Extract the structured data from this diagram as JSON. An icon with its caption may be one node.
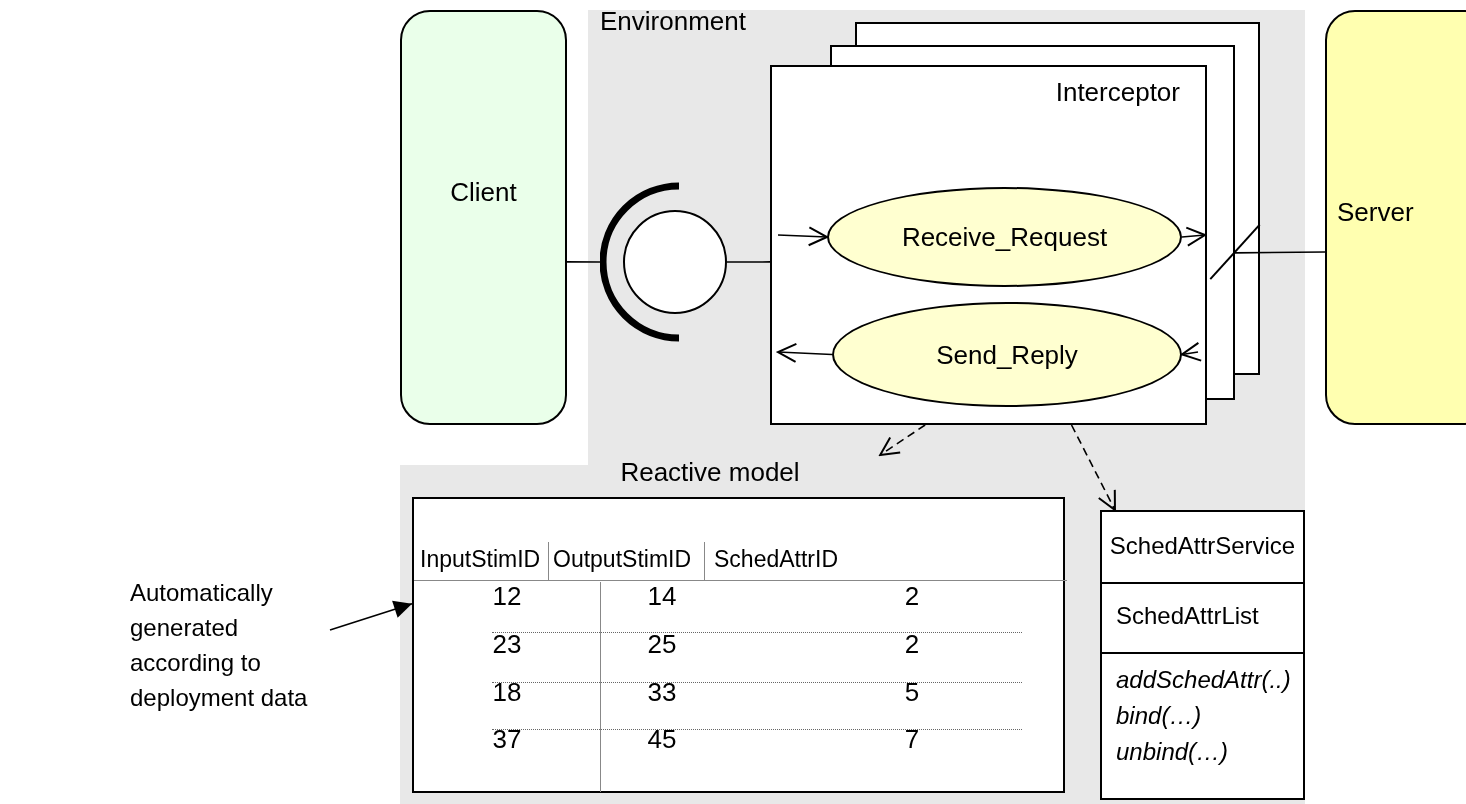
{
  "diagram": {
    "nodes": [
      {
        "text": [
          "Client"
        ]
      },
      {
        "text": [
          "Environment"
        ]
      },
      {
        "text": [
          "Interceptor"
        ],
        "in": 1
      },
      {
        "text": [
          "Receive_Request"
        ],
        "in": 2
      },
      {
        "text": [
          "Send_Reply"
        ],
        "in": 2
      },
      {
        "text": [],
        "shape": "circle",
        "in": 1
      },
      {
        "text": [
          "Server"
        ]
      },
      {
        "text": [
          "Reactive model"
        ]
      },
      {
        "text": [
          "SchedAttrService",
          "SchedAttrList",
          "addSchedAttr(..) bind(…) unbind(…)"
        ]
      },
      {
        "text": [
          "Automatically generated according to deployment data"
        ]
      }
    ],
    "edges": [
      {
        "from": 0,
        "to": 5,
        "arrow": "none"
      },
      {
        "from": 5,
        "to": 2,
        "arrow": "none"
      },
      {
        "from": null,
        "to": 3,
        "arrow": "to"
      },
      {
        "from": 3,
        "to": null,
        "arrow": "to"
      },
      {
        "from": 4,
        "to": null,
        "arrow": "to"
      },
      {
        "from": null,
        "to": 4,
        "arrow": "to"
      },
      {
        "from": 6,
        "to": 2,
        "arrow": "other"
      },
      {
        "from": 2,
        "to": 7,
        "arrow": "to",
        "style": "dashed"
      },
      {
        "from": 2,
        "to": 8,
        "arrow": "to",
        "style": "dashed"
      },
      {
        "from": 9,
        "to": 7,
        "arrow": "to"
      }
    ],
    "labels": [
      "InputStimID",
      "OutputStimID",
      "SchedAttrID",
      "12",
      "14",
      "2",
      "23",
      "25",
      "2",
      "18",
      "33",
      "5",
      "37",
      "45",
      "7"
    ]
  }
}
